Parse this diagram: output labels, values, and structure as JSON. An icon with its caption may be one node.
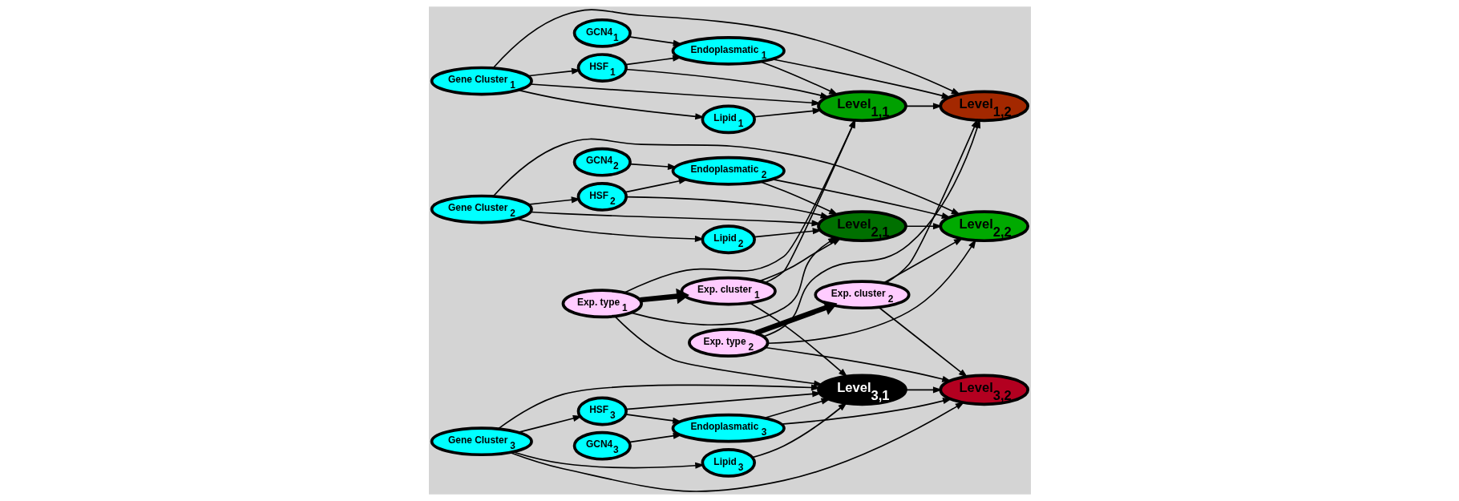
{
  "diagram": {
    "nodes": [
      {
        "text": [
          "GCN4$_{1}$"
        ]
      },
      {
        "text": [
          "Gene Cluster$_{1}$"
        ]
      },
      {
        "text": [
          "HSF$_{1}$"
        ]
      },
      {
        "text": [
          "Lipid$_{1}$"
        ]
      },
      {
        "text": [
          "Endoplasmatic$_{1}$"
        ]
      },
      {
        "text": [
          "Level$_{1,1}$"
        ]
      },
      {
        "text": [
          "Exp. type$_{1}$"
        ]
      },
      {
        "text": [
          "Exp. cluster$_{1}$"
        ]
      },
      {
        "text": [
          "Level$_{1,2}$"
        ]
      },
      {
        "text": [
          "Exp. type$_{2}$"
        ]
      },
      {
        "text": [
          "Exp. cluster$_{2}$"
        ]
      },
      {
        "text": [
          "GCN4$_{2}$"
        ]
      },
      {
        "text": [
          "Gene Cluster$_{2}$"
        ]
      },
      {
        "text": [
          "HSF$_{2}$"
        ]
      },
      {
        "text": [
          "Lipid$_{2}$"
        ]
      },
      {
        "text": [
          "Endoplasmatic$_{2}$"
        ]
      },
      {
        "text": [
          "Level$_{2,1}$"
        ]
      },
      {
        "text": [
          "Level$_{2,2}$"
        ]
      },
      {
        "text": [
          "GCN4$_{3}$"
        ]
      },
      {
        "text": [
          "Gene Cluster$_{3}$"
        ]
      },
      {
        "text": [
          "HSF$_{3}$"
        ]
      },
      {
        "text": [
          "Lipid$_{3}$"
        ]
      },
      {
        "text": [
          "Endoplasmatic$_{3}$"
        ]
      },
      {
        "text": [
          "Level$_{3,1}$"
        ]
      },
      {
        "text": [
          "Level$_{3,2}$"
        ]
      }
    ],
    "edges": [
      {
        "from": 0,
        "to": 4,
        "arrow": "to"
      },
      {
        "from": 1,
        "to": 2,
        "arrow": "to"
      },
      {
        "from": 1,
        "to": 3,
        "arrow": "to"
      },
      {
        "from": 2,
        "to": 4,
        "arrow": "to"
      },
      {
        "from": 1,
        "to": 5,
        "arrow": "to"
      },
      {
        "from": 2,
        "to": 5,
        "arrow": "to"
      },
      {
        "from": 3,
        "to": 5,
        "arrow": "to"
      },
      {
        "from": 4,
        "to": 5,
        "arrow": "to"
      },
      {
        "from": 4,
        "to": 8,
        "arrow": "to"
      },
      {
        "from": 1,
        "to": 8,
        "arrow": "to"
      },
      {
        "from": 5,
        "to": 8,
        "arrow": "to"
      },
      {
        "from": 11,
        "to": 15,
        "arrow": "to"
      },
      {
        "from": 12,
        "to": 13,
        "arrow": "to"
      },
      {
        "from": 12,
        "to": 14,
        "arrow": "to"
      },
      {
        "from": 13,
        "to": 15,
        "arrow": "to"
      },
      {
        "from": 12,
        "to": 16,
        "arrow": "to"
      },
      {
        "from": 13,
        "to": 16,
        "arrow": "to"
      },
      {
        "from": 14,
        "to": 16,
        "arrow": "to"
      },
      {
        "from": 15,
        "to": 16,
        "arrow": "to"
      },
      {
        "from": 15,
        "to": 17,
        "arrow": "to"
      },
      {
        "from": 12,
        "to": 17,
        "arrow": "to"
      },
      {
        "from": 16,
        "to": 17,
        "arrow": "to"
      },
      {
        "from": 18,
        "to": 22,
        "arrow": "to"
      },
      {
        "from": 19,
        "to": 20,
        "arrow": "to"
      },
      {
        "from": 19,
        "to": 21,
        "arrow": "to"
      },
      {
        "from": 20,
        "to": 22,
        "arrow": "to"
      },
      {
        "from": 19,
        "to": 23,
        "arrow": "to"
      },
      {
        "from": 20,
        "to": 23,
        "arrow": "to"
      },
      {
        "from": 21,
        "to": 23,
        "arrow": "to"
      },
      {
        "from": 22,
        "to": 23,
        "arrow": "to"
      },
      {
        "from": 22,
        "to": 24,
        "arrow": "to"
      },
      {
        "from": 19,
        "to": 24,
        "arrow": "to"
      },
      {
        "from": 23,
        "to": 24,
        "arrow": "to"
      },
      {
        "from": 6,
        "to": 7,
        "arrow": "to",
        "style": "thick"
      },
      {
        "from": 6,
        "to": 5,
        "arrow": "to"
      },
      {
        "from": 6,
        "to": 16,
        "arrow": "to"
      },
      {
        "from": 6,
        "to": 23,
        "arrow": "to"
      },
      {
        "from": 7,
        "to": 5,
        "arrow": "to"
      },
      {
        "from": 7,
        "to": 16,
        "arrow": "to"
      },
      {
        "from": 7,
        "to": 23,
        "arrow": "to"
      },
      {
        "from": 9,
        "to": 10,
        "arrow": "to",
        "style": "thick"
      },
      {
        "from": 9,
        "to": 8,
        "arrow": "to"
      },
      {
        "from": 9,
        "to": 17,
        "arrow": "to"
      },
      {
        "from": 9,
        "to": 24,
        "arrow": "to"
      },
      {
        "from": 10,
        "to": 8,
        "arrow": "to"
      },
      {
        "from": 10,
        "to": 17,
        "arrow": "to"
      },
      {
        "from": 10,
        "to": 24,
        "arrow": "to"
      }
    ]
  }
}
